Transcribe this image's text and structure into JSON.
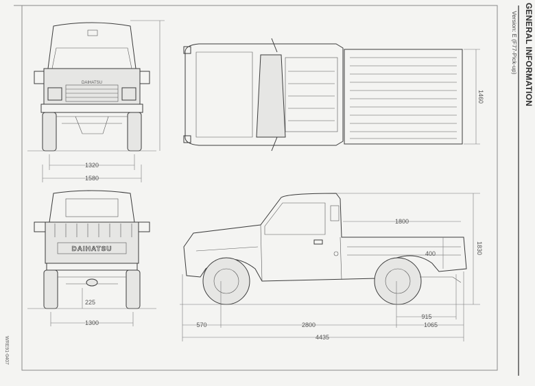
{
  "header": {
    "section_title": "GENERAL INFORMATION",
    "version": "Version:  E (F77-Pick-up)"
  },
  "footer": {
    "code": "WRE91-0407"
  },
  "drawing": {
    "front_view": {
      "track_label": "1320",
      "width_label": "1580",
      "grille_badge": "DAIHATSU"
    },
    "top_view": {
      "width_label": "1460"
    },
    "rear_view": {
      "brand_text": "DAIHATSU",
      "ground_clearance_label": "225",
      "rear_track_label": "1300"
    },
    "side_view": {
      "bed_length_label": "1800",
      "bed_height_label": "400",
      "height_label": "1830",
      "front_overhang_label": "570",
      "wheelbase_label": "2800",
      "rear_overhang_label": "1065",
      "rear_axle_to_bed_label": "915",
      "length_label": "4435"
    }
  }
}
